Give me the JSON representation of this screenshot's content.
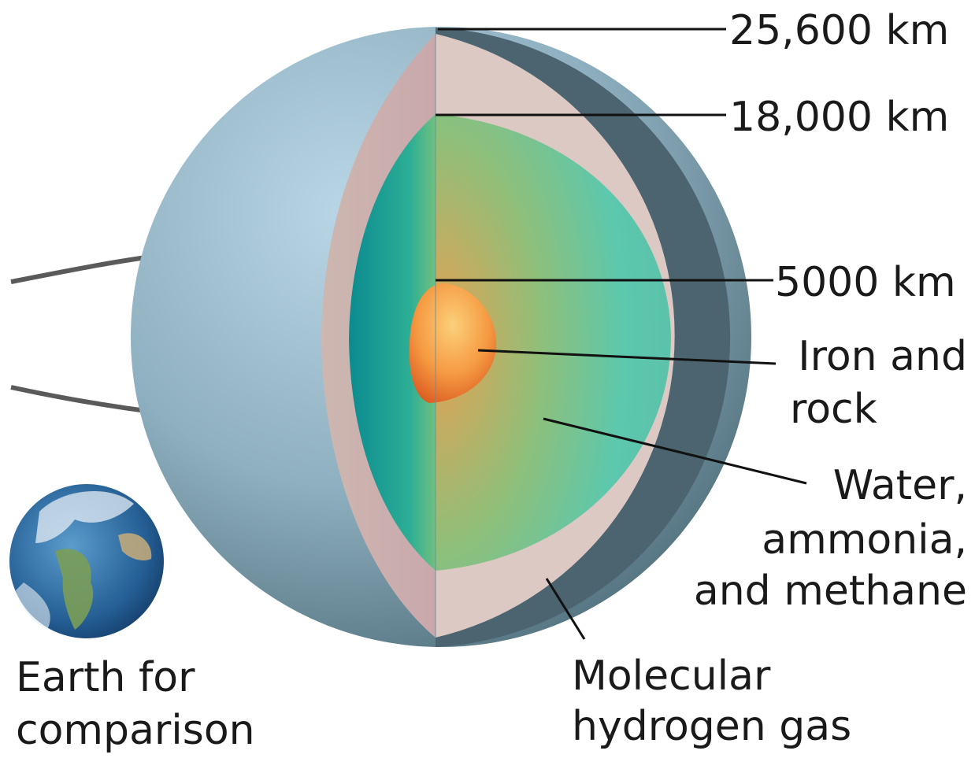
{
  "labels": {
    "radius_outer": "25,600 km",
    "radius_mantle": "18,000 km",
    "radius_core": "5000 km",
    "core_line1": "Iron and",
    "core_line2": "rock",
    "mantle_line1": "Water,",
    "mantle_line2": "ammonia,",
    "mantle_line3": "and methane",
    "envelope_line1": "Molecular",
    "envelope_line2": "hydrogen gas",
    "earth_line1": "Earth for",
    "earth_line2": "comparison"
  },
  "colors": {
    "planet_surface": "#8fb0c0",
    "envelope": "#dcc7c2",
    "mantle": "#5cc2a9",
    "mantle_dark": "#0b9094",
    "core": "#f59a42",
    "ring": "#555555"
  },
  "icons": {
    "earth": "earth-globe-icon",
    "planet": "uranus-cutaway-icon"
  }
}
